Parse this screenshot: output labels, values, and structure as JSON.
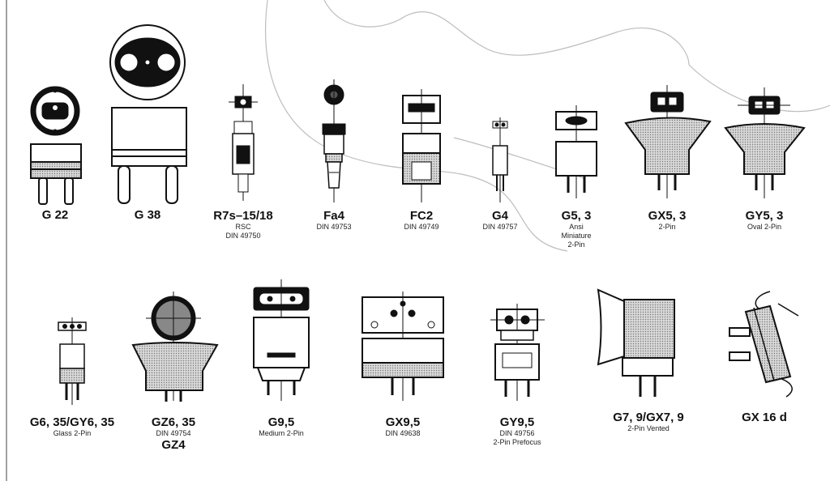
{
  "bases": {
    "g22": {
      "name": "G 22"
    },
    "g38": {
      "name": "G 38"
    },
    "r7s": {
      "name": "R7s–15/18",
      "sub1": "RSC",
      "sub2": "DIN 49750"
    },
    "fa4": {
      "name": "Fa4",
      "sub1": "DIN 49753"
    },
    "fc2": {
      "name": "FC2",
      "sub1": "DIN 49749"
    },
    "g4": {
      "name": "G4",
      "sub1": "DIN 49757"
    },
    "g53": {
      "name": "G5, 3",
      "sub1": "Ansi",
      "sub2": "Miniature",
      "sub3": "2-Pin"
    },
    "gx53": {
      "name": "GX5, 3",
      "sub1": "2-Pin"
    },
    "gy53": {
      "name": "GY5, 3",
      "sub1": "Oval 2-Pin"
    },
    "g635": {
      "name": "G6, 35/GY6, 35",
      "sub1": "Glass 2-Pin"
    },
    "gz635": {
      "name": "GZ6, 35",
      "sub1": "DIN 49754",
      "name2": "GZ4"
    },
    "g95": {
      "name": "G9,5",
      "sub1": "Medium 2-Pin"
    },
    "gx95": {
      "name": "GX9,5",
      "sub1": "DIN 49638"
    },
    "gy95": {
      "name": "GY9,5",
      "sub1": "DIN 49756",
      "sub2": "2-Pin Prefocus"
    },
    "g79": {
      "name": "G7, 9/GX7, 9",
      "sub1": "2-Pin Vented"
    },
    "gx16d": {
      "name": "GX 16 d"
    }
  }
}
